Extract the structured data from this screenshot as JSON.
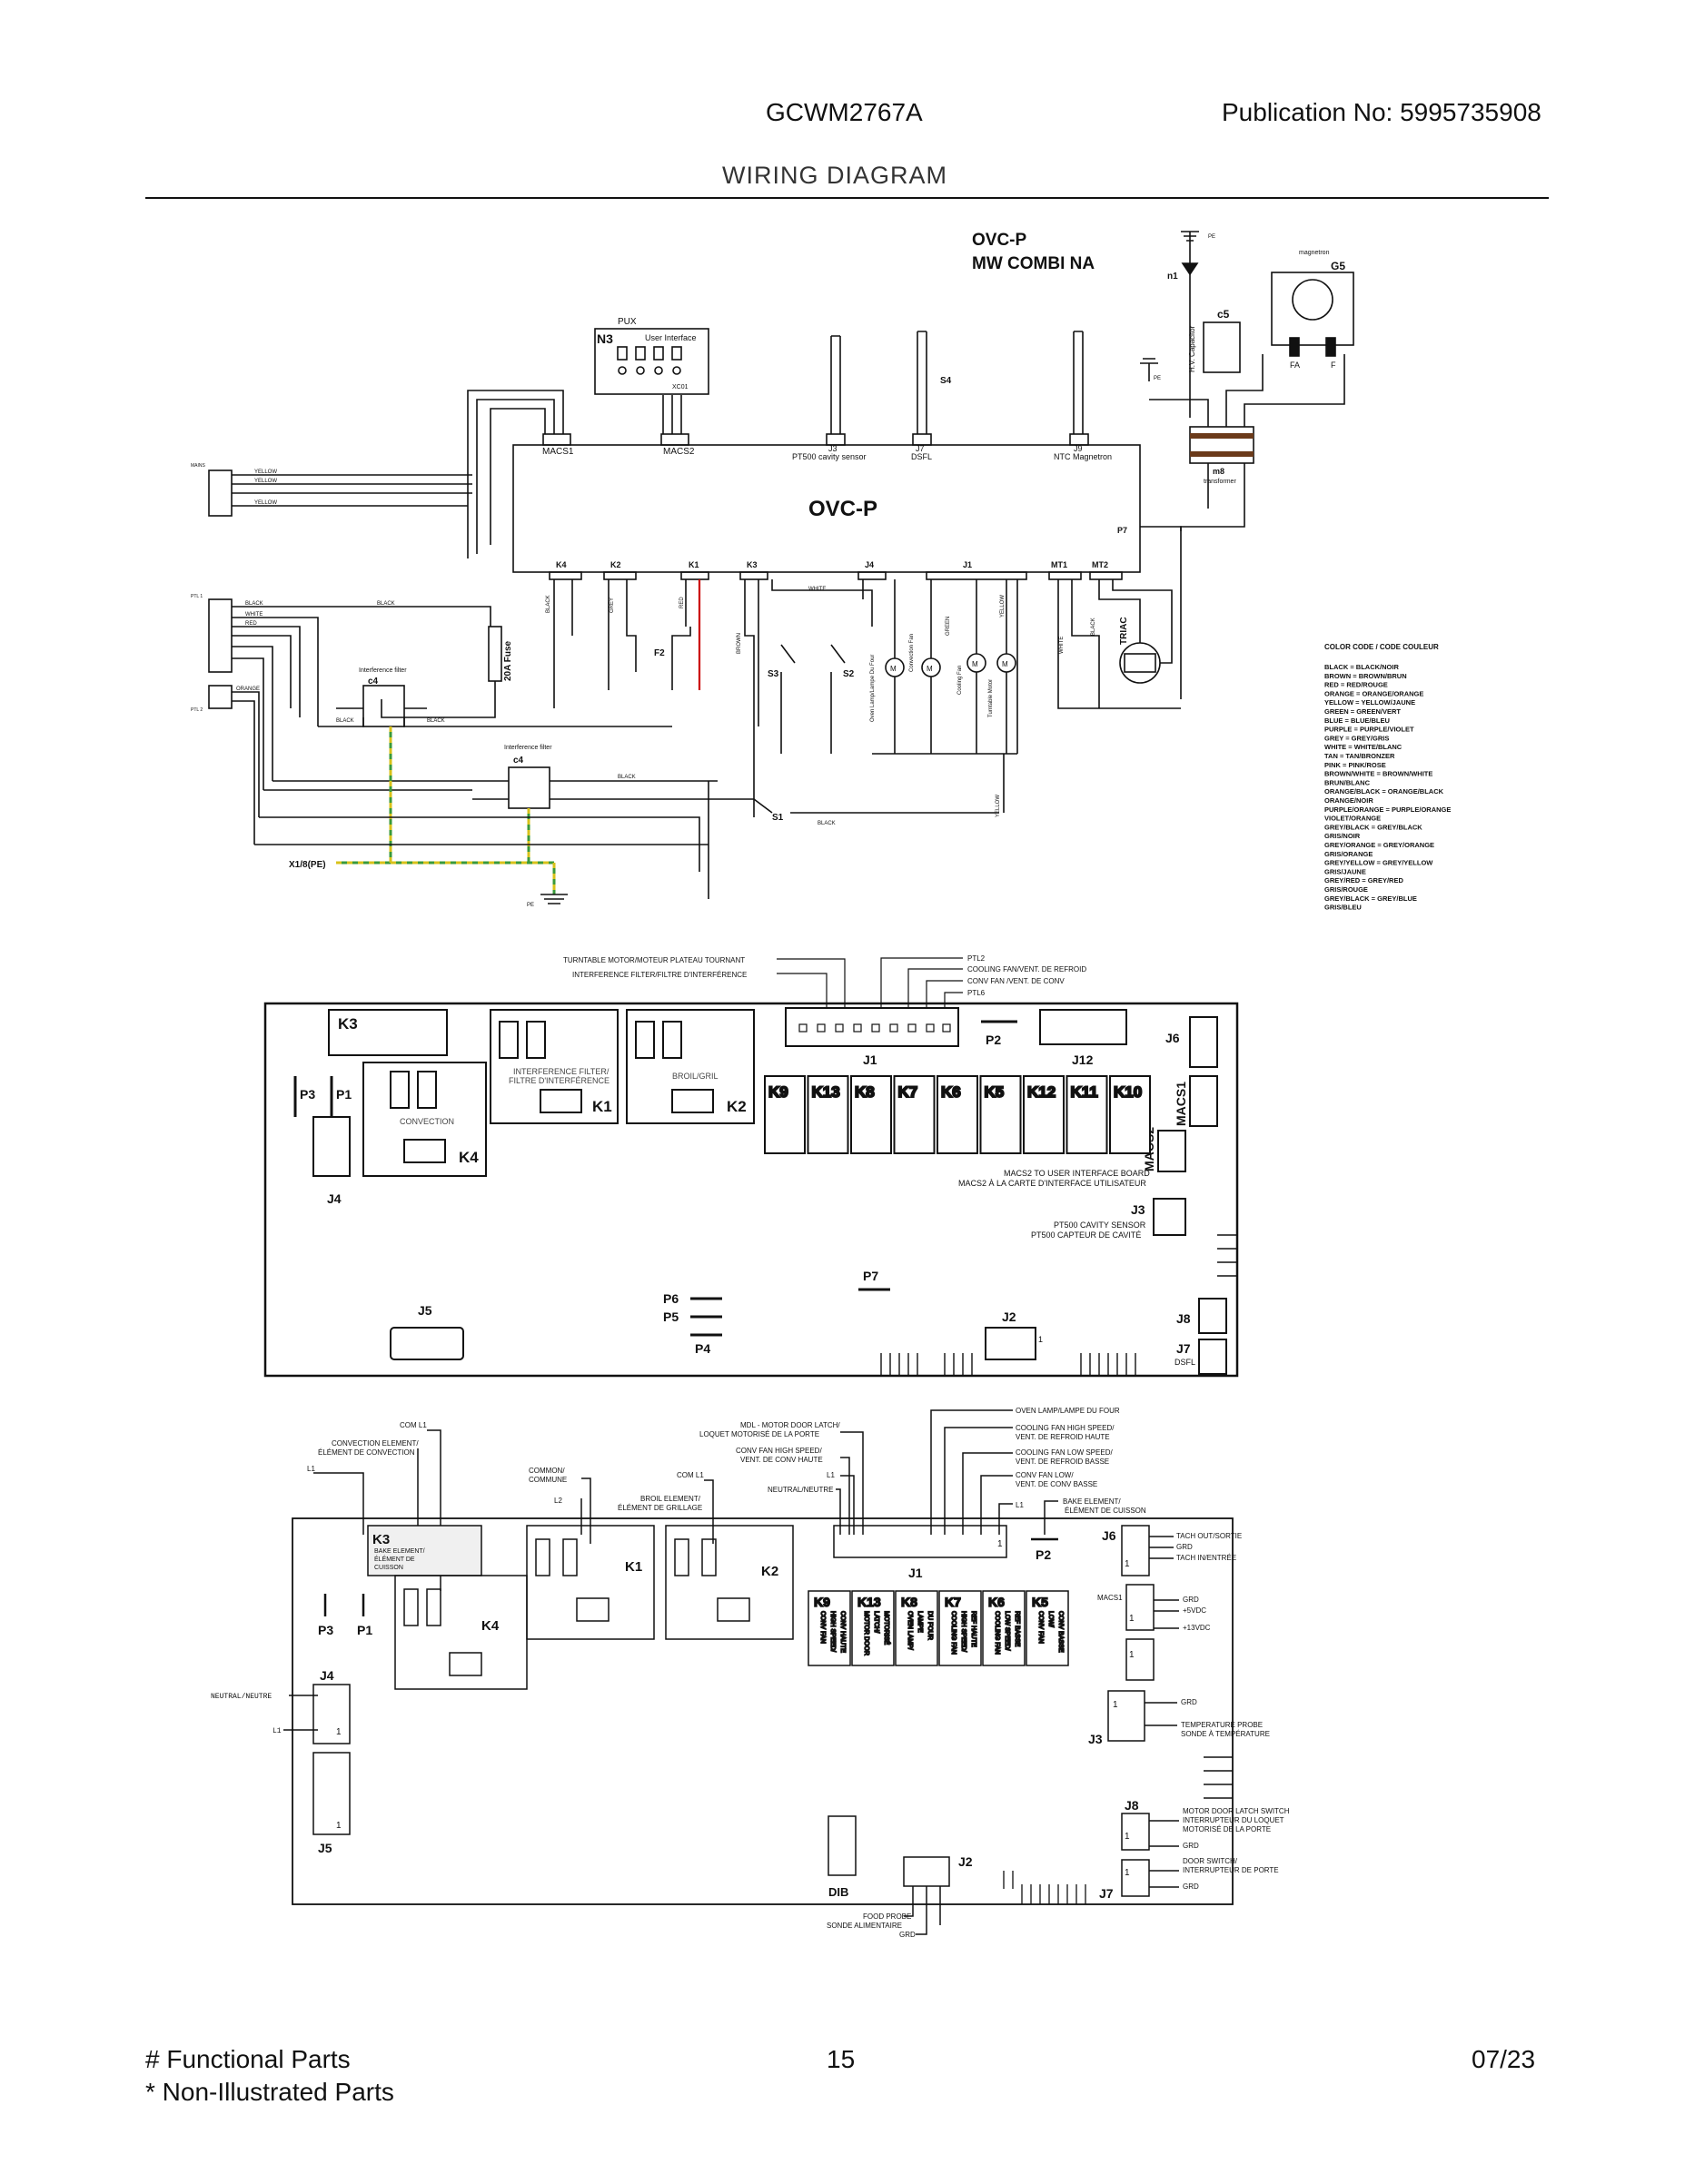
{
  "header": {
    "model": "GCWM2767A",
    "publication": "Publication No:  5995735908",
    "title": "WIRING DIAGRAM"
  },
  "footer": {
    "functional": "# Functional Parts",
    "non_illustrated": "* Non-Illustrated Parts",
    "page": "15",
    "date": "07/23"
  },
  "schematic": {
    "title1": "OVC-P",
    "title2": "MW COMBI NA",
    "board": "OVC-P",
    "pux": "PUX",
    "n3": "N3",
    "user_interface": "User Interface",
    "xc01": "XC01",
    "macs1": "MACS1",
    "macs2": "MACS2",
    "j3": "J3",
    "j3_label": "PT500 cavity sensor",
    "j7": "J7",
    "j7_label": "DSFL",
    "s4": "S4",
    "j9": "J9",
    "j9_label": "NTC Magnetron",
    "magnetron": "magnetron",
    "g5": "G5",
    "c5": "c5",
    "n1": "n1",
    "hv_cap": "H.V. Capacitor",
    "pe": "PE",
    "fa": "FA",
    "f": "F",
    "m8": "m8",
    "transformer": "transformer",
    "p7": "P7",
    "mains": "MAINS",
    "ptl1": "PTL 1",
    "ptl2": "PTL 2",
    "k4": "K4",
    "k2": "K2",
    "k1": "K1",
    "k3": "K3",
    "j4": "J4",
    "j1": "J1",
    "mt1": "MT1",
    "mt2": "MT2",
    "fuse": "20A Fuse",
    "f2": "F2",
    "c4": "c4",
    "filter": "Interference filter",
    "s1": "S1",
    "s2": "S2",
    "s3": "S3",
    "x1": "X1/8(PE)",
    "triac": "TRIAC",
    "wires": {
      "yellow": "YELLOW",
      "black": "BLACK",
      "white": "WHITE",
      "red": "RED",
      "grey": "GREY",
      "brown": "BROWN",
      "orange": "ORANGE",
      "green": "GREEN"
    },
    "components": {
      "oven_lamp": "Oven Lamp/Lampe Du Four",
      "conv_fan": "Convection Fan",
      "cooling_fan": "Cooling Fan",
      "turntable": "Turntable Motor"
    },
    "color_code": {
      "title": "COLOR CODE / CODE COULEUR",
      "lines": [
        "BLACK = BLACK/NOIR",
        "BROWN = BROWN/BRUN",
        "RED = RED/ROUGE",
        "ORANGE = ORANGE/ORANGE",
        "YELLOW = YELLOW/JAUNE",
        "GREEN = GREEN/VERT",
        "BLUE = BLUE/BLEU",
        "PURPLE = PURPLE/VIOLET",
        "GREY = GREY/GRIS",
        "WHITE = WHITE/BLANC",
        "TAN = TAN/BRONZER",
        "PINK = PINK/ROSE",
        "BROWN/WHITE = BROWN/WHITE",
        "     BRUN/BLANC",
        "ORANGE/BLACK = ORANGE/BLACK",
        "     ORANGE/NOIR",
        "PURPLE/ORANGE = PURPLE/ORANGE",
        "     VIOLET/ORANGE",
        "GREY/BLACK = GREY/BLACK",
        "     GRIS/NOIR",
        "GREY/ORANGE = GREY/ORANGE",
        "     GRIS/ORANGE",
        "GREY/YELLOW = GREY/YELLOW",
        "     GRIS/JAUNE",
        "GREY/RED = GREY/RED",
        "     GRIS/ROUGE",
        "GREY/BLACK = GREY/BLUE",
        "     GRIS/BLEU"
      ]
    }
  },
  "board1": {
    "callouts_left": [
      "TURNTABLE MOTOR/MOTEUR PLATEAU TOURNANT",
      "INTERFERENCE FILTER/FILTRE D'INTERFÉRENCE"
    ],
    "callouts_right": [
      "PTL2",
      "COOLING FAN/VENT. DE REFROID",
      "CONV FAN /VENT. DE CONV",
      "PTL6"
    ],
    "k3": "K3",
    "k1": "K1",
    "k1_label1": "INTERFERENCE FILTER/",
    "k1_label2": "FILTRE D'INTERFÉRENCE",
    "k2": "K2",
    "k2_label": "BROIL/GRIL",
    "k4": "K4",
    "k4_label": "CONVECTION",
    "p3": "P3",
    "p1": "P1",
    "j4": "J4",
    "j5": "J5",
    "j1": "J1",
    "p2": "P2",
    "j12": "J12",
    "j6": "J6",
    "macs1": "MACS1",
    "macs2": "MACS2",
    "relays": [
      "K9",
      "K13",
      "K8",
      "K7",
      "K6",
      "K5",
      "K12",
      "K11",
      "K10"
    ],
    "macs2_note1": "MACS2 TO USER INTERFACE BOARD",
    "macs2_note2": "MACS2 À LA CARTE D'INTERFACE UTILISATEUR",
    "j3": "J3",
    "j3_note1": "PT500 CAVITY SENSOR",
    "j3_note2": "PT500 CAPTEUR DE CAVITÉ",
    "p7": "P7",
    "p6": "P6",
    "p5": "P5",
    "p4": "P4",
    "j2": "J2",
    "j8": "J8",
    "j7": "J7",
    "dsfl": "DSFL",
    "one": "1"
  },
  "board2": {
    "left_callouts": [
      "COM L1",
      "CONVECTION ELEMENT/",
      "ÉLÉMENT DE CONVECTION",
      "L1",
      "COMMON/",
      "COMMUNE",
      "L2",
      "COM L1",
      "BROIL ELEMENT/",
      "ÉLÉMENT DE GRILLAGE"
    ],
    "mid_callouts": [
      "MDL - MOTOR DOOR LATCH/",
      "LOQUET MOTORISÉ DE LA PORTE",
      "CONV FAN HIGH SPEED/",
      "VENT. DE CONV HAUTE",
      "L1",
      "NEUTRAL/NEUTRE"
    ],
    "right_callouts": [
      "OVEN LAMP/LAMPE DU FOUR",
      "COOLING FAN HIGH SPEED/",
      "VENT. DE REFROID HAUTE",
      "COOLING FAN LOW SPEED/",
      "VENT. DE REFROID BASSE",
      "CONV FAN LOW/",
      "VENT. DE CONV BASSE",
      "L1",
      "BAKE ELEMENT/",
      "ÉLÉMENT DE CUISSON"
    ],
    "k3": "K3",
    "k3_label": [
      "BAKE ELEMENT/",
      "ÉLÉMENT DE",
      "CUISSON"
    ],
    "k4": "K4",
    "k1": "K1",
    "k2": "K2",
    "p3": "P3",
    "p1": "P1",
    "j1": "J1",
    "p2": "P2",
    "j4": "J4",
    "j5": "J5",
    "j6": "J6",
    "j3": "J3",
    "j8": "J8",
    "j7": "J7",
    "j2": "J2",
    "dib": "DIB",
    "macs1": "MACS1",
    "neutral": "NEUTRAL/NEUTRE",
    "l1": "L1",
    "relays": [
      {
        "id": "K9",
        "lines": [
          "CONV FAN",
          "HIGH SPEED/",
          "CONV HAUTE"
        ]
      },
      {
        "id": "K13",
        "lines": [
          "MOTOR DOOR",
          "LATCH/",
          "MOTORISÉ"
        ]
      },
      {
        "id": "K8",
        "lines": [
          "OVEN LAMP/",
          "LAMPE",
          "DU FOUR"
        ]
      },
      {
        "id": "K7",
        "lines": [
          "COOLING FAN",
          "HIGH SPEED/",
          "REF HAUTE"
        ]
      },
      {
        "id": "K6",
        "lines": [
          "COOLING FAN",
          "LOW SPEED/",
          "REF BASSE"
        ]
      },
      {
        "id": "K5",
        "lines": [
          "CONV FAN",
          "LOW/",
          "CONV BASSE"
        ]
      }
    ],
    "j6_labels": [
      "TACH OUT/SORTIE",
      "GRD",
      "TACH IN/ENTRÉE"
    ],
    "macs1_labels": [
      "GRD",
      "+5VDC",
      "+13VDC"
    ],
    "j3_labels": [
      "GRD",
      "TEMPERATURE PROBE",
      "SONDE À TEMPÉRATURE"
    ],
    "j8_labels": [
      "MOTOR DOOR LATCH SWITCH",
      "INTERRUPTEUR DU LOQUET",
      "MOTORISÉ DE LA PORTE",
      "GRD"
    ],
    "j7_labels": [
      "DOOR SWITCH/",
      "INTERRUPTEUR DE PORTE",
      "GRD"
    ],
    "j2_labels": [
      "FOOD PROBE",
      "SONDE ALIMENTAIRE",
      "GRD"
    ],
    "one": "1"
  },
  "colors": {
    "line": "#111111",
    "red_wire": "#cc0000",
    "ground_green": "#3a9a3a",
    "ground_yellow": "#d8c21a",
    "relay_fill": "#ffffff"
  }
}
